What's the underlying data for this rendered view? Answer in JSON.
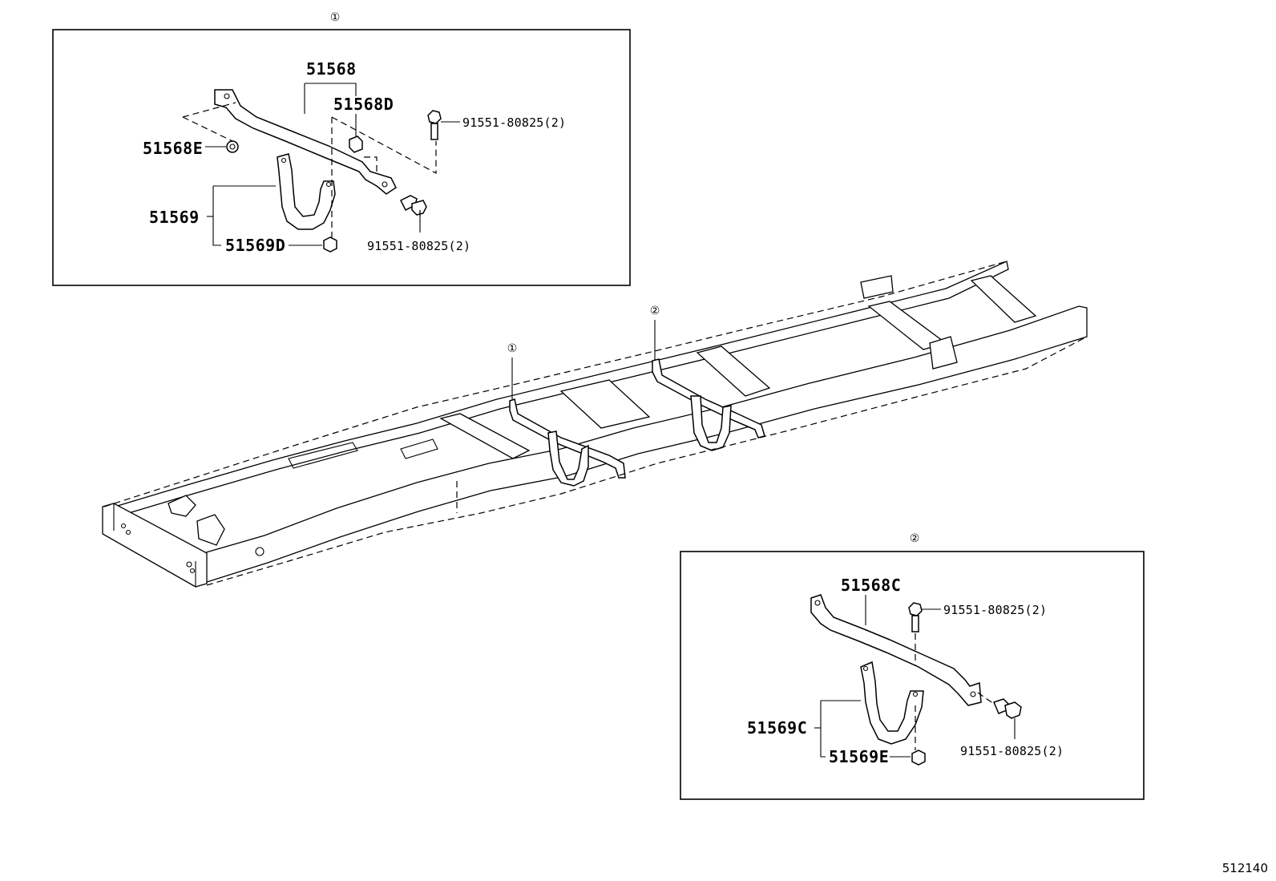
{
  "diagram": {
    "figure_number": "512140",
    "inset_1": {
      "marker": "①",
      "labels": {
        "bracket": "51568",
        "nut_d": "51568D",
        "grommet_e": "51568E",
        "hanger": "51569",
        "cushion_d": "51569D",
        "bolt_top": "91551-80825(2)",
        "bolt_bottom": "91551-80825(2)"
      }
    },
    "inset_2": {
      "marker": "②",
      "labels": {
        "bracket": "51568C",
        "hanger": "51569C",
        "cushion_e": "51569E",
        "bolt_top": "91551-80825(2)",
        "bolt_bottom": "91551-80825(2)"
      }
    },
    "frame_markers": {
      "position_1": "①",
      "position_2": "②"
    }
  }
}
